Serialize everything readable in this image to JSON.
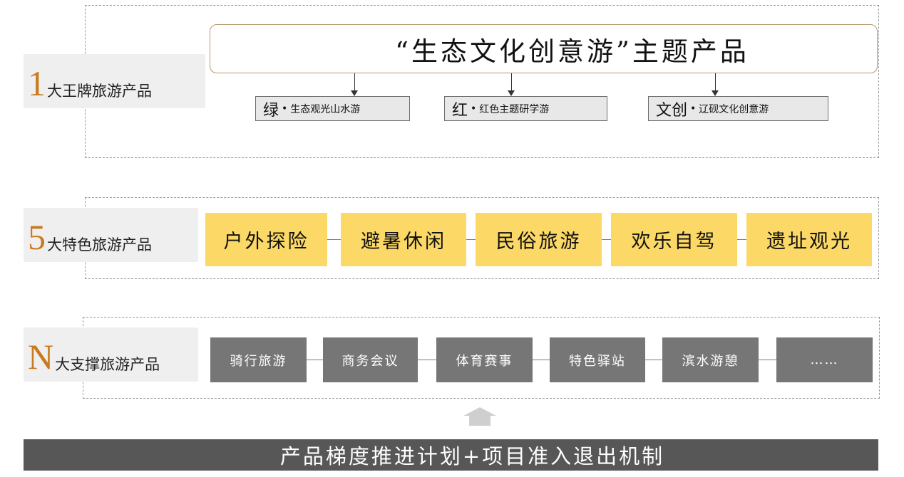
{
  "tier1": {
    "number": "1",
    "label": "大王牌旅游产品",
    "theme_title": "“生态文化创意游”主题产品",
    "subproducts": [
      {
        "big": "绿",
        "dot": "•",
        "small": "生态观光山水游"
      },
      {
        "big": "红",
        "dot": "•",
        "small": "红色主题研学游"
      },
      {
        "big": "文创",
        "dot": "•",
        "small": "辽砚文化创意游"
      }
    ]
  },
  "tier2": {
    "number": "5",
    "label": "大特色旅游产品",
    "items": [
      "户外探险",
      "避暑休闲",
      "民俗旅游",
      "欢乐自驾",
      "遗址观光"
    ]
  },
  "tier3": {
    "number": "N",
    "label": "大支撑旅游产品",
    "items": [
      "骑行旅游",
      "商务会议",
      "体育赛事",
      "特色驿站",
      "滨水游憩",
      "……"
    ]
  },
  "bottom_bar": {
    "text": "产品梯度推进计划+项目准入退出机制"
  },
  "colors": {
    "number_accent": "#c97a1e",
    "yellow_fill": "#fcd966",
    "gray_fill": "#767676",
    "bottom_fill": "#575757"
  }
}
